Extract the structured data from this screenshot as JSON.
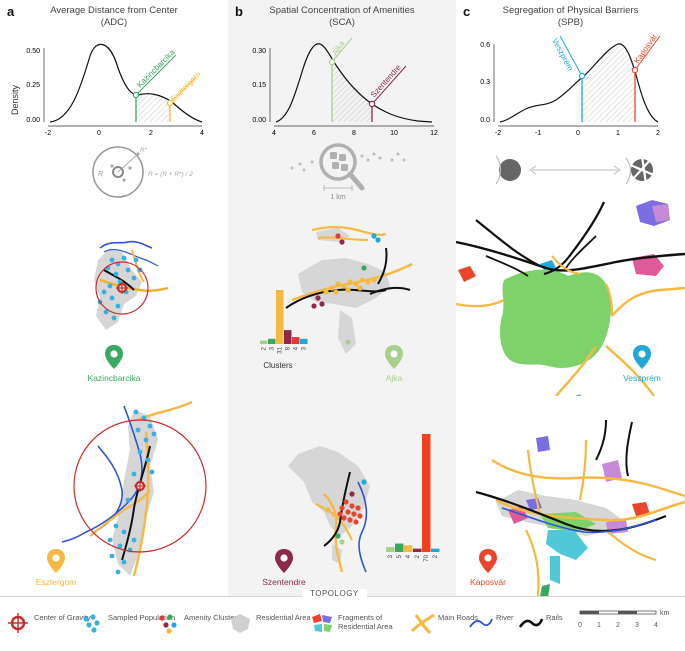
{
  "panels": {
    "a": {
      "letter": "a",
      "title_line1": "Average Distance from Center",
      "title_line2": "(ADC)"
    },
    "b": {
      "letter": "b",
      "title_line1": "Spatial Concentration of Amenities",
      "title_line2": "(SCA)"
    },
    "c": {
      "letter": "c",
      "title_line1": "Segregation of Physical Barriers",
      "title_line2": "(SPB)"
    }
  },
  "density_label": "Density",
  "adc_axis": {
    "yticks": [
      "0.50",
      "0.25",
      "0.00"
    ],
    "xticks": [
      "-2",
      "0",
      "2",
      "4"
    ],
    "markers": [
      {
        "label": "Kazincbarcika",
        "color": "#3aa860"
      },
      {
        "label": "Esztergom",
        "color": "#f5b942"
      }
    ]
  },
  "sca_axis": {
    "yticks": [
      "0.30",
      "0.15",
      "0.00"
    ],
    "xticks": [
      "4",
      "6",
      "8",
      "10",
      "12"
    ],
    "markers": [
      {
        "label": "Ajka",
        "color": "#a8d08d"
      },
      {
        "label": "Szentendre",
        "color": "#8b2a4a"
      }
    ]
  },
  "spb_axis": {
    "yticks": [
      "0.6",
      "0.3",
      "0.0"
    ],
    "xticks": [
      "-2",
      "-1",
      "0",
      "1",
      "2"
    ],
    "markers": [
      {
        "label": "Veszprém",
        "color": "#1fa8d8"
      },
      {
        "label": "Kaposvár",
        "color": "#e8452c"
      }
    ]
  },
  "adc_formula": {
    "r_label": "R",
    "r_star_label": "R*",
    "formula": "R = (R + R*) / 2"
  },
  "scale_label": "1 km",
  "cities": {
    "kazincbarcika": {
      "name": "Kazincbarcika",
      "color": "#3aa860"
    },
    "esztergom": {
      "name": "Esztergom",
      "color": "#f5b942"
    },
    "ajka": {
      "name": "Ajka",
      "color": "#a8d08d"
    },
    "szentendre": {
      "name": "Szentendre",
      "color": "#8b2a4a"
    },
    "veszprem": {
      "name": "Veszprém",
      "color": "#1fa8d8"
    },
    "kaposvar": {
      "name": "Kaposvár",
      "color": "#e8452c"
    }
  },
  "ajka_clusters": {
    "title": "Clusters",
    "bars": [
      {
        "value": 2,
        "label": "2",
        "color": "#a8d08d"
      },
      {
        "value": 3,
        "label": "3",
        "color": "#3aa860"
      },
      {
        "value": 31,
        "label": "31",
        "color": "#f5b942"
      },
      {
        "value": 8,
        "label": "8",
        "color": "#8b2a4a"
      },
      {
        "value": 4,
        "label": "4",
        "color": "#e03a3a"
      },
      {
        "value": 3,
        "label": "3",
        "color": "#1fa8d8"
      }
    ]
  },
  "szentendre_clusters": {
    "title": "Clusters",
    "bars": [
      {
        "value": 3,
        "label": "3",
        "color": "#a8d08d"
      },
      {
        "value": 5,
        "label": "5",
        "color": "#3aa860"
      },
      {
        "value": 4,
        "label": "4",
        "color": "#f5b942"
      },
      {
        "value": 2,
        "label": "2",
        "color": "#8b2a4a"
      },
      {
        "value": 70,
        "label": "70",
        "color": "#f0401e"
      },
      {
        "value": 2,
        "label": "2",
        "color": "#1fa8d8"
      }
    ]
  },
  "legend": {
    "title": "TOPOLOGY",
    "center": "Center of Gravity",
    "sampled": "Sampled Population",
    "amenity": "Amenity Clusters",
    "residential": "Residential Area",
    "fragments": "Fragments of Residential Area",
    "roads": "Main Roads",
    "river": "River",
    "rails": "Rails",
    "scale_unit": "km",
    "scale_ticks": [
      "0",
      "1",
      "2",
      "3",
      "4"
    ]
  }
}
